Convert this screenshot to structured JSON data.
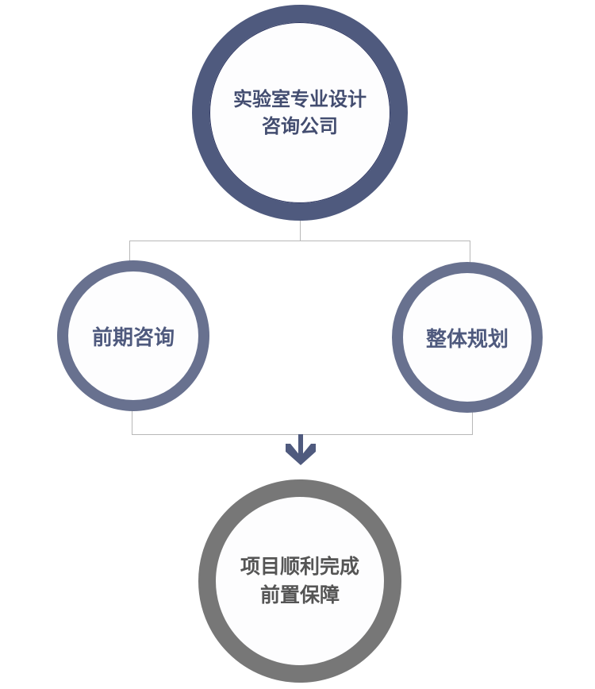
{
  "nodes": {
    "top": {
      "line1": "实验室专业设计",
      "line2": "咨询公司"
    },
    "left": {
      "label": "前期咨询"
    },
    "right": {
      "label": "整体规划"
    },
    "bottom": {
      "line1": "项目顺利完成",
      "line2": "前置保障"
    }
  },
  "colors": {
    "primary": "#4f5a7e",
    "secondary": "#68718f",
    "result": "#777777",
    "connector": "#b8b8b8"
  }
}
